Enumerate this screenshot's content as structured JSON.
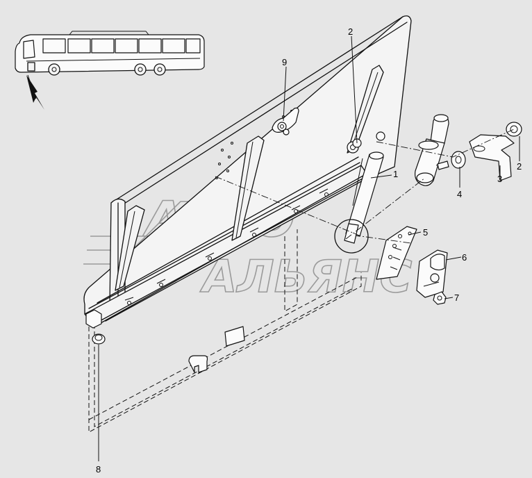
{
  "watermark": {
    "line1": "АВТО",
    "line2": "АЛЬЯНС"
  },
  "callouts": [
    {
      "id": "label-1",
      "text": "1"
    },
    {
      "id": "label-2-top",
      "text": "2"
    },
    {
      "id": "label-2-right",
      "text": "2"
    },
    {
      "id": "label-3",
      "text": "3"
    },
    {
      "id": "label-4",
      "text": "4"
    },
    {
      "id": "label-5",
      "text": "5"
    },
    {
      "id": "label-6",
      "text": "6"
    },
    {
      "id": "label-7",
      "text": "7"
    },
    {
      "id": "label-8",
      "text": "8"
    },
    {
      "id": "label-9",
      "text": "9"
    }
  ],
  "colors": {
    "background": "#e6e6e6",
    "line": "#111111",
    "watermark": "#9a9a9a",
    "part_fill": "#f4f4f4"
  }
}
